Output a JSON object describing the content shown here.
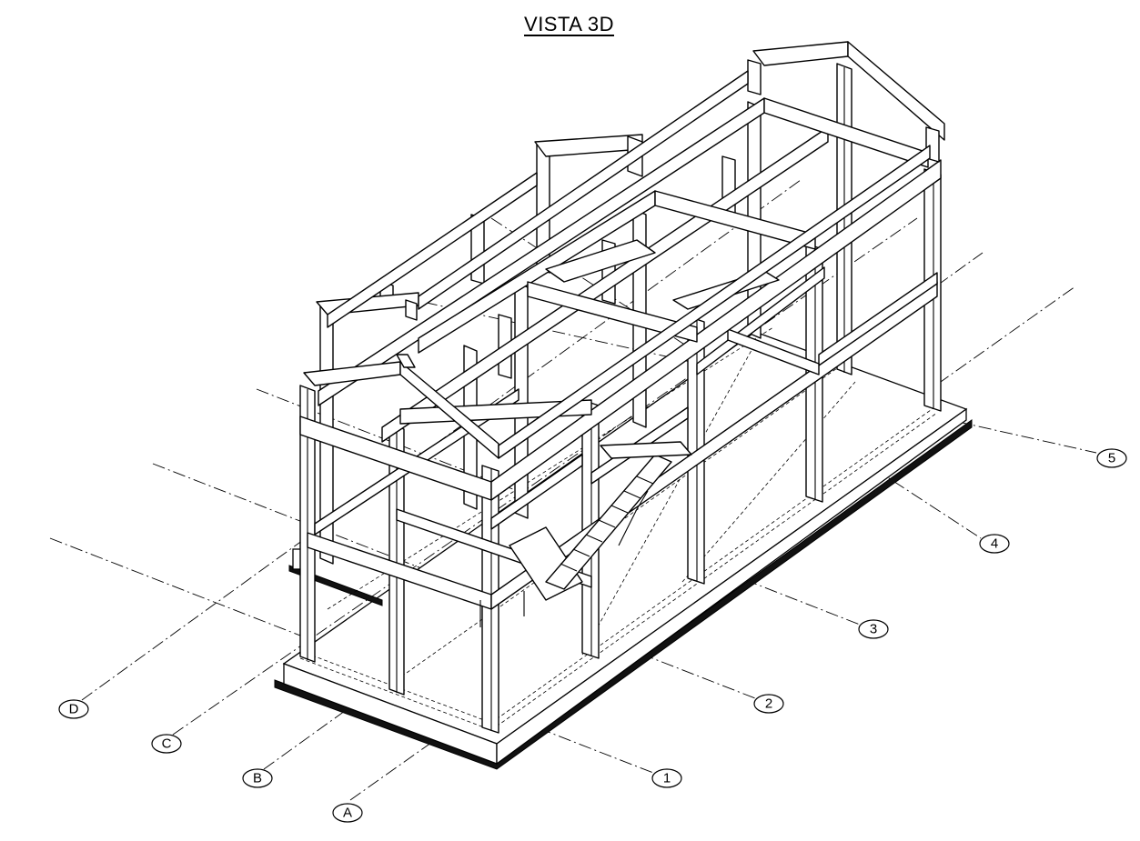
{
  "title": "VISTA 3D",
  "grid_labels": {
    "letters": [
      "A",
      "B",
      "C",
      "D"
    ],
    "numbers": [
      "1",
      "2",
      "3",
      "4",
      "5"
    ]
  }
}
